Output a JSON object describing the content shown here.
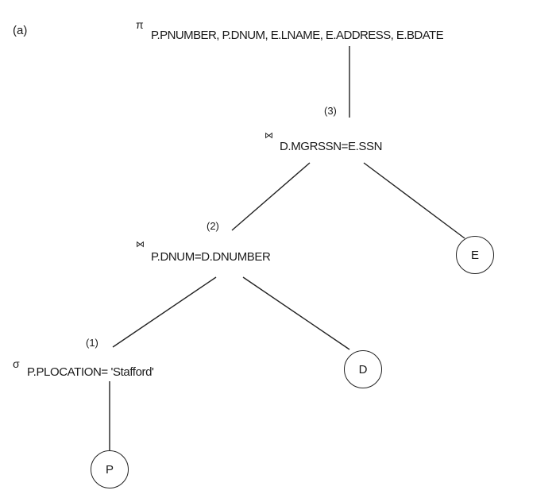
{
  "figure": {
    "label": "(a)"
  },
  "nodes": {
    "project": {
      "symbol": "π",
      "condition": "P.PNUMBER, P.DNUM, E.LNAME, E.ADDRESS, E.BDATE"
    },
    "join_top": {
      "step": "(3)",
      "symbol": "⋈",
      "condition": "D.MGRSSN=E.SSN"
    },
    "join_mid": {
      "step": "(2)",
      "symbol": "⋈",
      "condition": "P.DNUM=D.DNUMBER"
    },
    "select": {
      "step": "(1)",
      "symbol": "σ",
      "condition": "P.PLOCATION= 'Stafford'"
    },
    "leaf_e": {
      "label": "E"
    },
    "leaf_d": {
      "label": "D"
    },
    "leaf_p": {
      "label": "P"
    }
  }
}
